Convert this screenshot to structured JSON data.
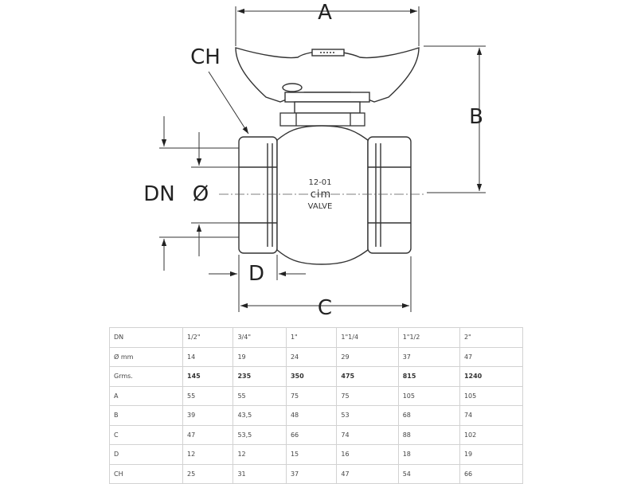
{
  "drawing": {
    "labels": {
      "a": "A",
      "b": "B",
      "c": "C",
      "d": "D",
      "ch": "CH",
      "dn": "DN",
      "diameter": "Ø"
    },
    "valve_marking": {
      "line1": "12-01",
      "logo": "cim",
      "line3": "VALVE"
    }
  },
  "table": {
    "rows": [
      {
        "label": "DN",
        "values": [
          "1/2\"",
          "3/4\"",
          "1\"",
          "1\"1/4",
          "1\"1/2",
          "2\""
        ],
        "bold": false
      },
      {
        "label": "Ø mm",
        "values": [
          "14",
          "19",
          "24",
          "29",
          "37",
          "47"
        ],
        "bold": false
      },
      {
        "label": "Grms.",
        "values": [
          "145",
          "235",
          "350",
          "475",
          "815",
          "1240"
        ],
        "bold": true
      },
      {
        "label": "A",
        "values": [
          "55",
          "55",
          "75",
          "75",
          "105",
          "105"
        ],
        "bold": false
      },
      {
        "label": "B",
        "values": [
          "39",
          "43,5",
          "48",
          "53",
          "68",
          "74"
        ],
        "bold": false
      },
      {
        "label": "C",
        "values": [
          "47",
          "53,5",
          "66",
          "74",
          "88",
          "102"
        ],
        "bold": false
      },
      {
        "label": "D",
        "values": [
          "12",
          "12",
          "15",
          "16",
          "18",
          "19"
        ],
        "bold": false
      },
      {
        "label": "CH",
        "values": [
          "25",
          "31",
          "37",
          "47",
          "54",
          "66"
        ],
        "bold": false
      }
    ]
  }
}
